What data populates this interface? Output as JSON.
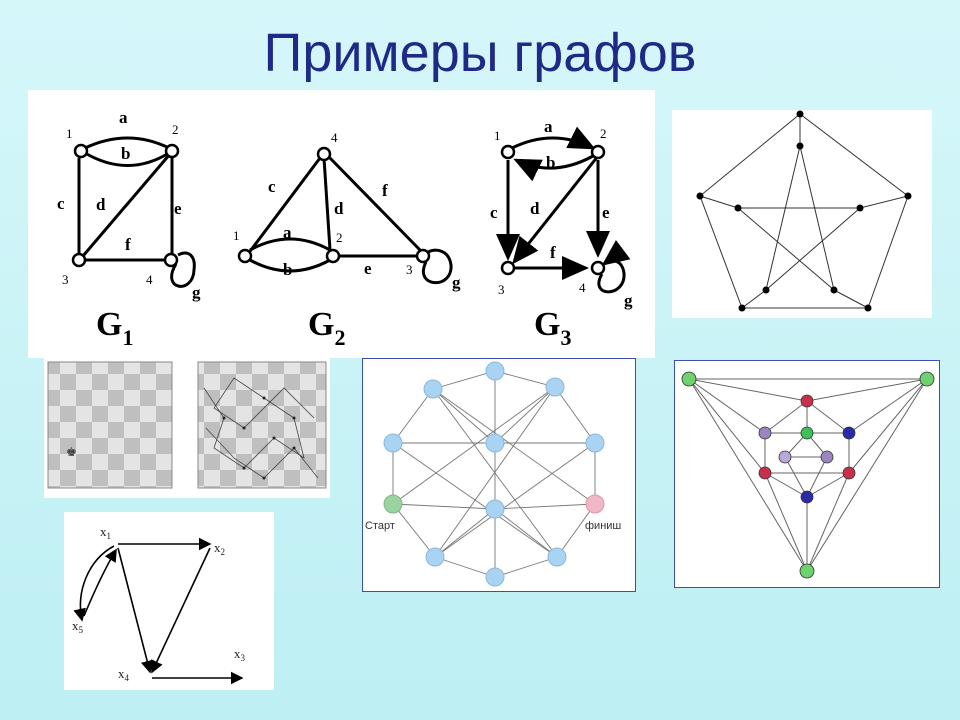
{
  "title": "Примеры графов",
  "graphs_panel": {
    "g1": {
      "name": "G",
      "subscript": "1",
      "vertices": [
        "1",
        "2",
        "3",
        "4"
      ],
      "edges": [
        "a",
        "b",
        "c",
        "d",
        "e",
        "f",
        "g"
      ]
    },
    "g2": {
      "name": "G",
      "subscript": "2",
      "vertices": [
        "1",
        "2",
        "3",
        "4"
      ],
      "edges": [
        "a",
        "b",
        "c",
        "d",
        "e",
        "f",
        "g"
      ]
    },
    "g3": {
      "name": "G",
      "subscript": "3",
      "vertices": [
        "1",
        "2",
        "3",
        "4"
      ],
      "edges": [
        "a",
        "b",
        "c",
        "d",
        "e",
        "f",
        "g"
      ]
    }
  },
  "network": {
    "start_label": "Старт",
    "finish_label": "финиш"
  },
  "x_graph": {
    "labels": [
      "x",
      "x",
      "x",
      "x",
      "x"
    ],
    "subscripts": [
      "1",
      "2",
      "3",
      "4",
      "5"
    ]
  },
  "colors": {
    "title": "#1f2a86",
    "background": "#c9f3f6",
    "node_blue": "#a9d3f2",
    "node_green": "#9bd3a0",
    "node_pink": "#f2b7c6"
  }
}
